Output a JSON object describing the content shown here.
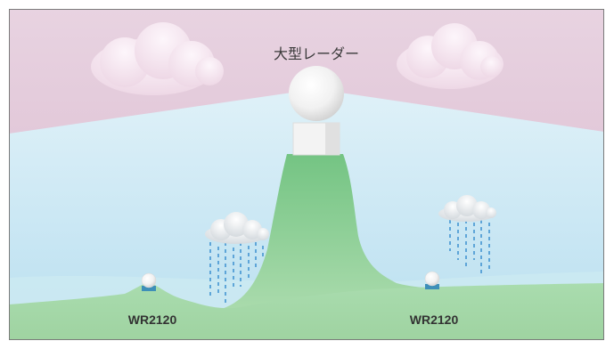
{
  "diagram": {
    "title": "大型レーダー",
    "radar_left_label": "WR2120",
    "radar_right_label": "WR2120"
  },
  "icons": {
    "large_radar": "radar-dome-icon",
    "small_radar": "radar-dome-icon",
    "cloud": "cloud-icon",
    "rain": "rain-icon"
  },
  "colors": {
    "sky_top": "#dcc0d3",
    "sky_low": "#c9e6f1",
    "mountain": "#8fd19c",
    "ground": "#9fd6a4",
    "rain": "#3b8fcf",
    "radar_base": "#3e8fb8"
  }
}
